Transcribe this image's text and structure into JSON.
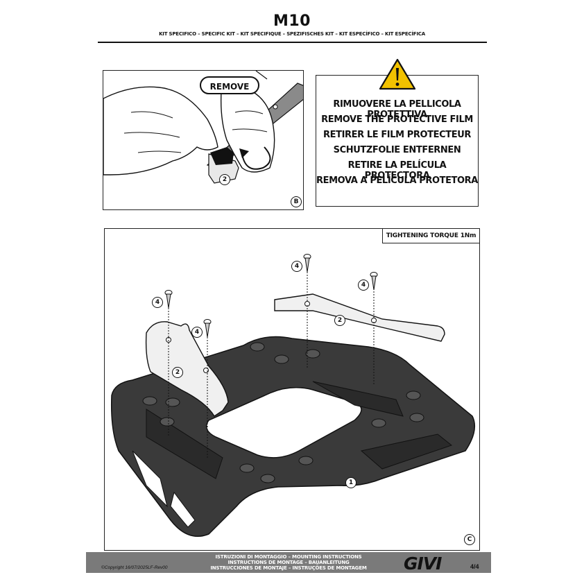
{
  "header": {
    "title": "M10",
    "subtitle": "KIT SPECIFICO – SPECIFIC KIT – KIT SPECIFIQUE – SPEZIFISCHES KIT – KIT ESPECÍFICO – KIT ESPECÍFICA"
  },
  "step_b": {
    "remove_label": "REMOVE",
    "part_number": "2",
    "step_letter": "B"
  },
  "warning": {
    "icon": "warning-triangle-icon",
    "lines": [
      "RIMUOVERE LA PELLICOLA PROTETTIVA",
      "REMOVE THE PROTECTIVE FILM",
      "RETIRER LE FILM PROTECTEUR",
      "SCHUTZFOLIE ENTFERNEN",
      "RETIRE LA PELÍCULA PROTECTORA",
      "REMOVA A PELÍCULA PROTETORA"
    ]
  },
  "step_c": {
    "torque": "TIGHTENING TORQUE 1Nm",
    "screw_label": "4",
    "plate_label": "2",
    "base_label": "1",
    "step_letter": "C"
  },
  "footer": {
    "copyright": "©Copyright 16/07/2025LF-Rev00",
    "lines": [
      "ISTRUZIONI DI MONTAGGIO  –  MOUNTING INSTRUCTIONS",
      "INSTRUCTIONS DE MONTAGE – BAUANLEITUNG",
      "INSTRUCCIONES DE MONTAJE – INSTRUÇÕES DE MONTAGEM"
    ],
    "logo": "GIVI",
    "page": "4/4"
  }
}
